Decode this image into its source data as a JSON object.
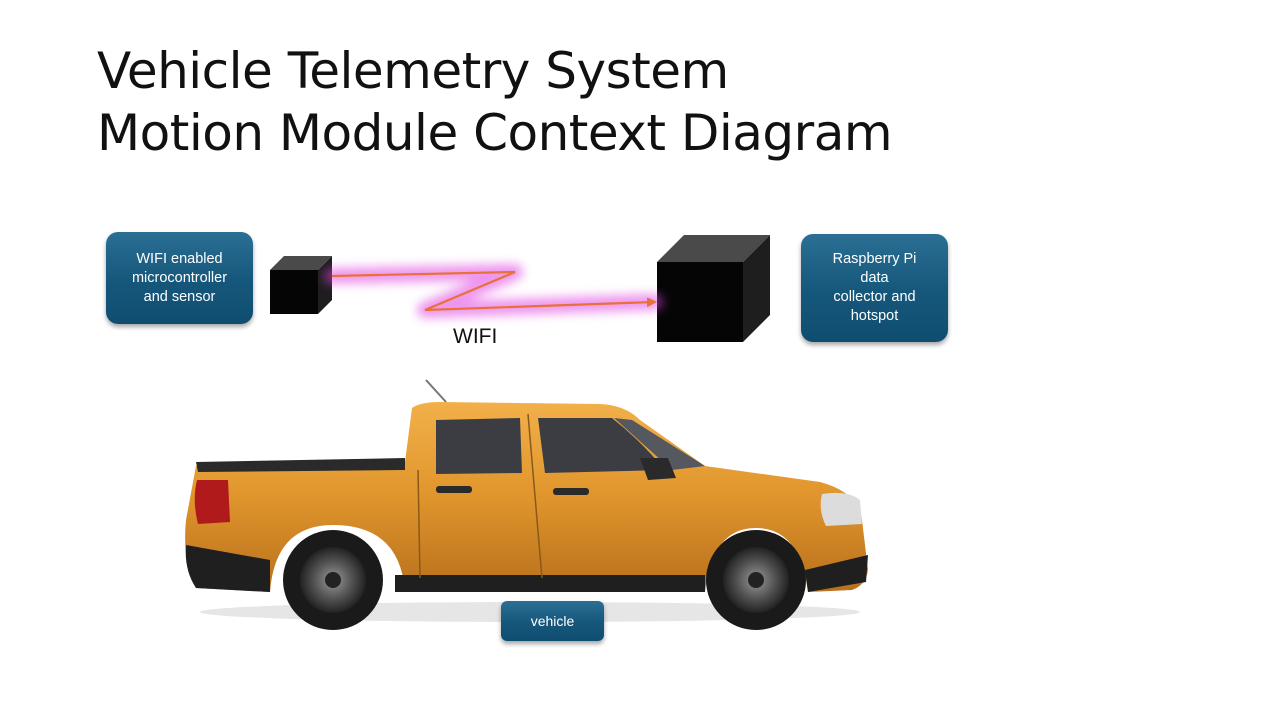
{
  "title": {
    "line1": "Vehicle Telemetry System",
    "line2": "Motion Module Context Diagram"
  },
  "nodes": {
    "microcontroller": "WIFI enabled\nmicrocontroller\nand sensor",
    "raspberry_pi": "Raspberry Pi\ndata\ncollector and\nhotspot",
    "vehicle": "vehicle"
  },
  "link": {
    "label": "WIFI",
    "glow_color": "#e040e0",
    "arrow_color": "#e8703a"
  },
  "colors": {
    "box_fill": "#15577b",
    "truck_body": "#e39a32"
  }
}
